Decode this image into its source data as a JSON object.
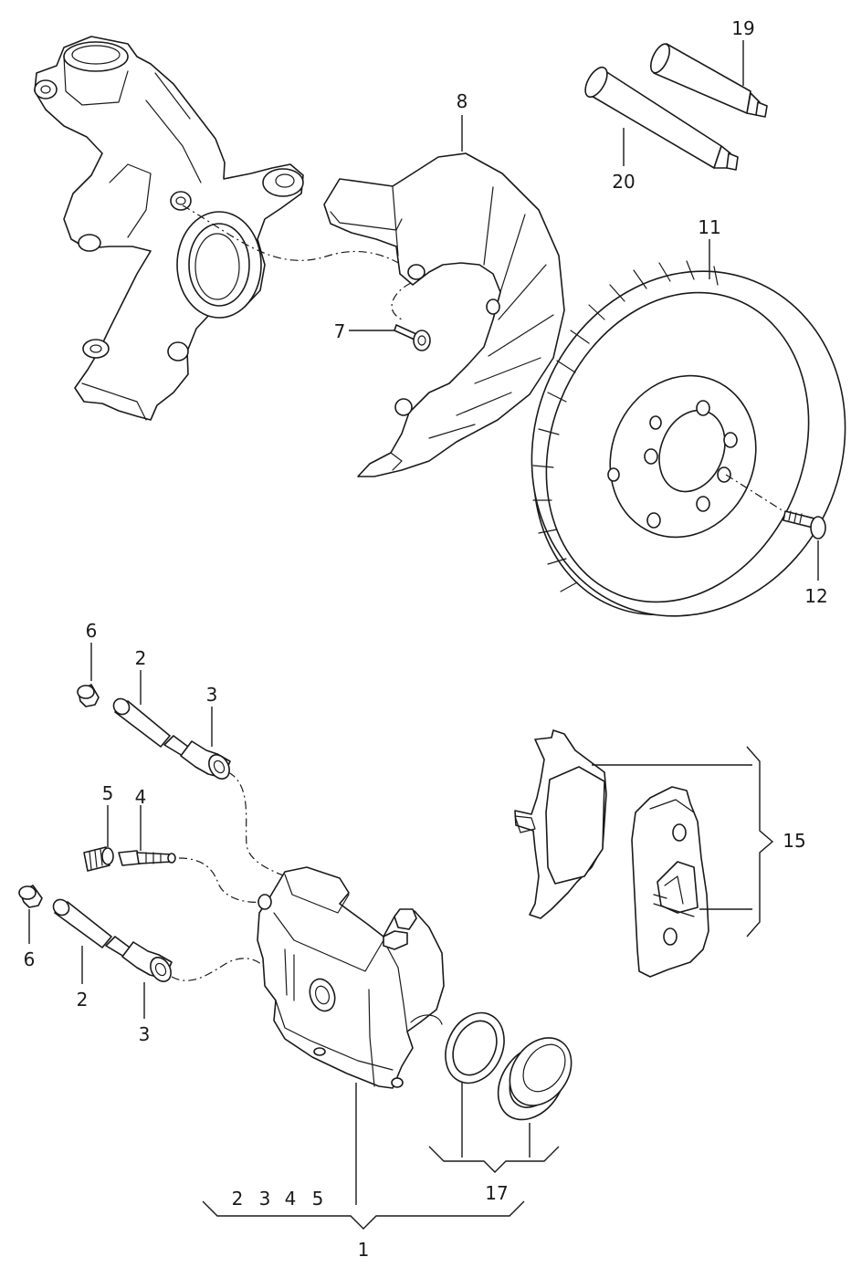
{
  "callouts": {
    "c1": "1",
    "c2a": "2",
    "c2b": "2",
    "c3a": "3",
    "c3b": "3",
    "c4": "4",
    "c5": "5",
    "c6a": "6",
    "c6b": "6",
    "c7": "7",
    "c8": "8",
    "c11": "11",
    "c12": "12",
    "c15": "15",
    "c17": "17",
    "c19": "19",
    "c20": "20",
    "g2": "2",
    "g3": "3",
    "g4": "4",
    "g5": "5"
  }
}
